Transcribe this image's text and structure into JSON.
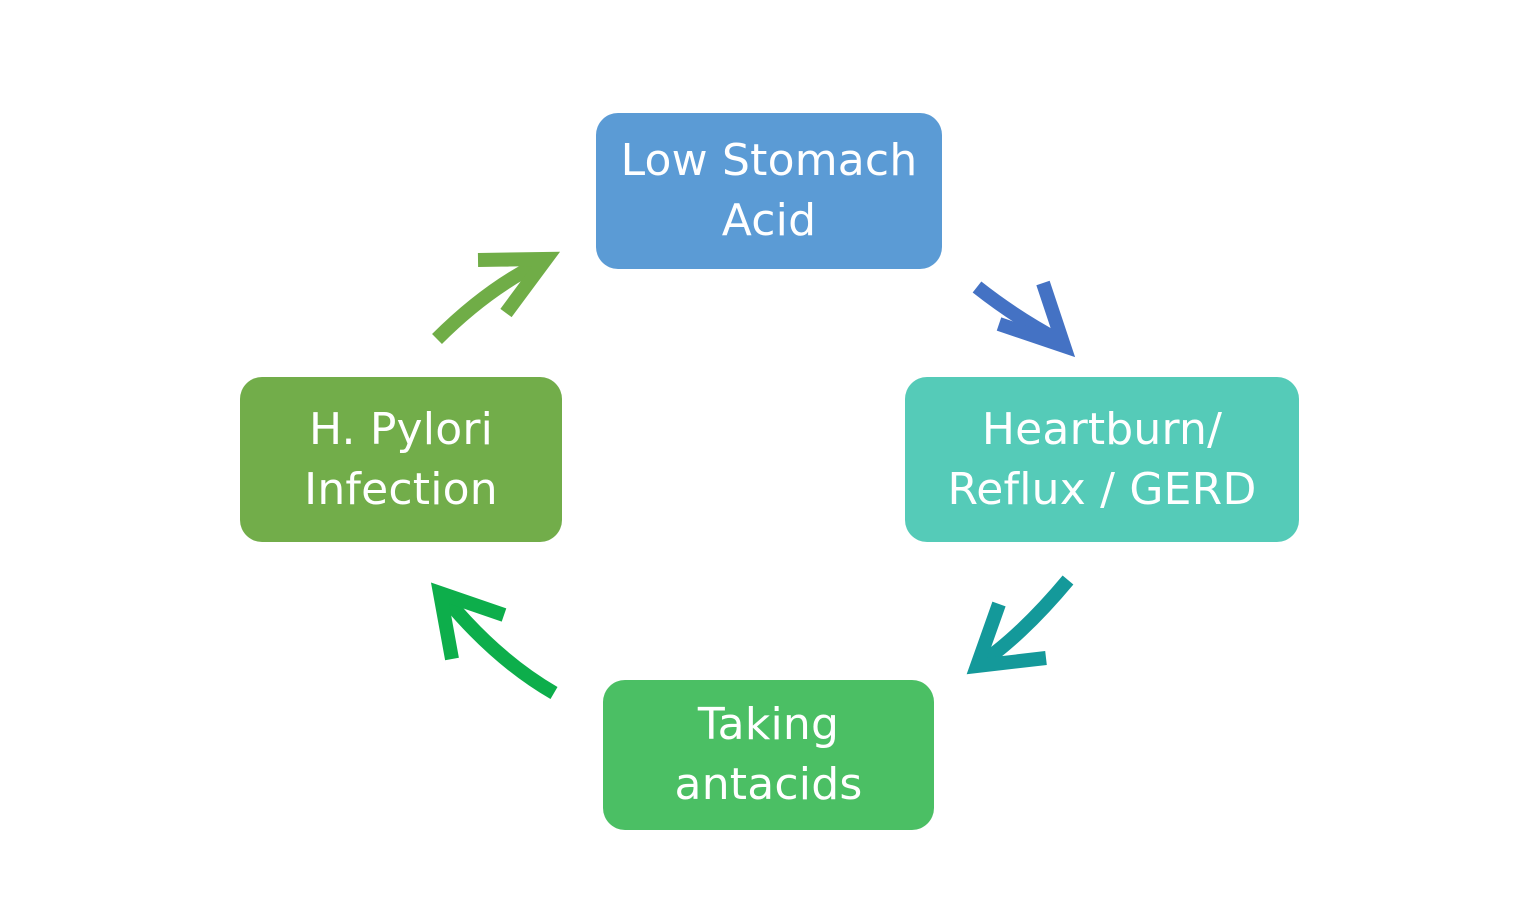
{
  "diagram": {
    "type": "cycle",
    "nodes": [
      {
        "id": "low-acid",
        "lines": [
          "Low Stomach",
          "Acid"
        ],
        "color": "#5B9BD5"
      },
      {
        "id": "heartburn",
        "lines": [
          "Heartburn/",
          "Reflux / GERD"
        ],
        "color": "#55CBB8"
      },
      {
        "id": "antacids",
        "lines": [
          "Taking",
          "antacids"
        ],
        "color": "#4BBF64"
      },
      {
        "id": "hpylori",
        "lines": [
          "H. Pylori",
          "Infection"
        ],
        "color": "#72AD4A"
      }
    ],
    "arrows": [
      {
        "from": "low-acid",
        "to": "heartburn",
        "color": "#4472C4"
      },
      {
        "from": "heartburn",
        "to": "antacids",
        "color": "#14999A"
      },
      {
        "from": "antacids",
        "to": "hpylori",
        "color": "#0DAE4B"
      },
      {
        "from": "hpylori",
        "to": "low-acid",
        "color": "#70AD47"
      }
    ]
  }
}
